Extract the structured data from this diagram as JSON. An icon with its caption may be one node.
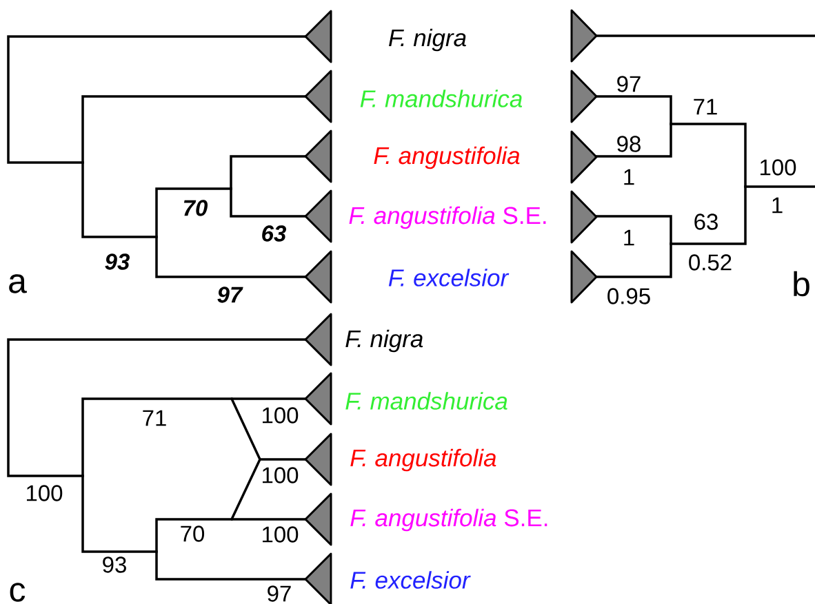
{
  "diagram": {
    "labels": [
      "F. nigra",
      "F. mandshurica",
      "97",
      "71",
      "F. angustifolia",
      "98",
      "100",
      "1",
      "70",
      "*F. angustifolia* S.E.",
      "63",
      "1",
      "63",
      "1",
      "93",
      "0.52",
      "a",
      "97",
      "F. excelsior",
      "0.95",
      "b",
      "F. nigra",
      "F. mandshurica",
      "71",
      "100",
      "F. angustifolia",
      "100",
      "100",
      "*F. angustifolia* S.E.",
      "70",
      "100",
      "93",
      "F. excelsior",
      "c",
      "97"
    ]
  }
}
